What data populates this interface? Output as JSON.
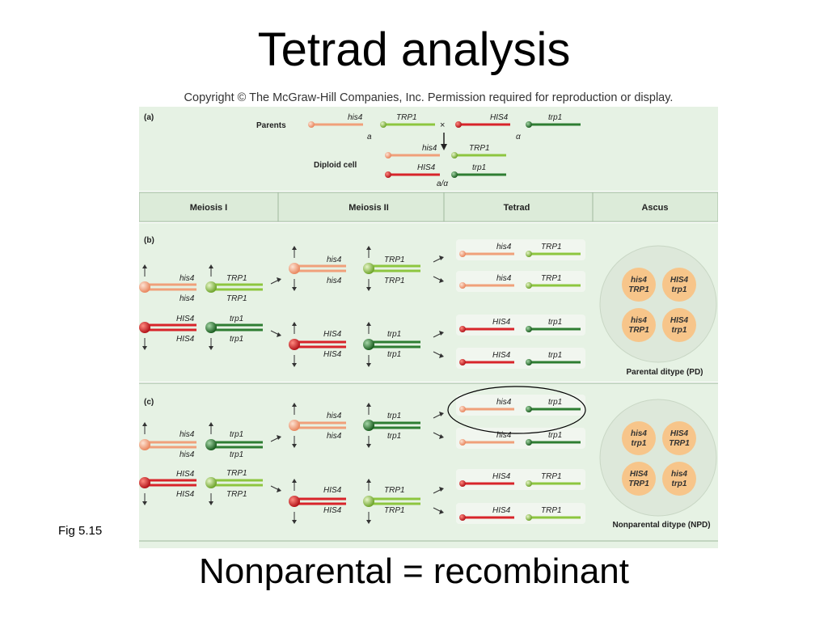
{
  "title": "Tetrad analysis",
  "caption": "Nonparental = recombinant",
  "fig_label": "Fig 5.15",
  "copyright": "Copyright © The McGraw-Hill Companies, Inc. Permission required for reproduction or display.",
  "panel_a": {
    "tag": "(a)",
    "parents_label": "Parents",
    "diploid_label": "Diploid cell",
    "cross_symbol": "×",
    "mating_a": "a",
    "mating_alpha": "α",
    "mating_diploid": "a/α",
    "genes": {
      "his4": "his4",
      "HIS4": "HIS4",
      "TRP1": "TRP1",
      "trp1": "trp1"
    }
  },
  "columns": [
    "Meiosis I",
    "Meiosis II",
    "Tetrad",
    "Ascus"
  ],
  "panel_b": {
    "tag": "(b)",
    "ascus_label": "Parental ditype (PD)",
    "spores": [
      {
        "gene1": "his4",
        "gene2": "TRP1"
      },
      {
        "gene1": "HIS4",
        "gene2": "trp1"
      },
      {
        "gene1": "his4",
        "gene2": "TRP1"
      },
      {
        "gene1": "HIS4",
        "gene2": "trp1"
      }
    ]
  },
  "panel_c": {
    "tag": "(c)",
    "ascus_label": "Nonparental ditype (NPD)",
    "spores": [
      {
        "gene1": "his4",
        "gene2": "trp1"
      },
      {
        "gene1": "HIS4",
        "gene2": "TRP1"
      },
      {
        "gene1": "HIS4",
        "gene2": "TRP1"
      },
      {
        "gene1": "his4",
        "gene2": "trp1"
      }
    ]
  },
  "colors": {
    "light_red": "#f0a07a",
    "dark_red": "#d8242a",
    "light_green": "#8dc63f",
    "dark_green": "#2e7d32",
    "panel_bg": "#e6f2e4",
    "spore_fill": "#f7c58a",
    "highlight_oval": "#000000"
  }
}
